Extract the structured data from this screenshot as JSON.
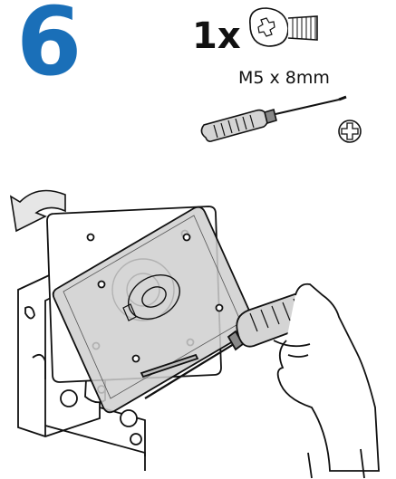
{
  "step": {
    "number": "6"
  },
  "parts": {
    "quantity": "1x",
    "screw_spec": "M5 x 8mm"
  },
  "icons": {
    "screw": "phillips-screw-icon",
    "screwdriver": "phillips-screwdriver-icon",
    "bit": "phillips-head-icon",
    "rotate": "rotate-arrow-icon"
  },
  "colors": {
    "step_number": "#1a6fb8",
    "line": "#111111",
    "plate_shade": "#cccccc"
  }
}
